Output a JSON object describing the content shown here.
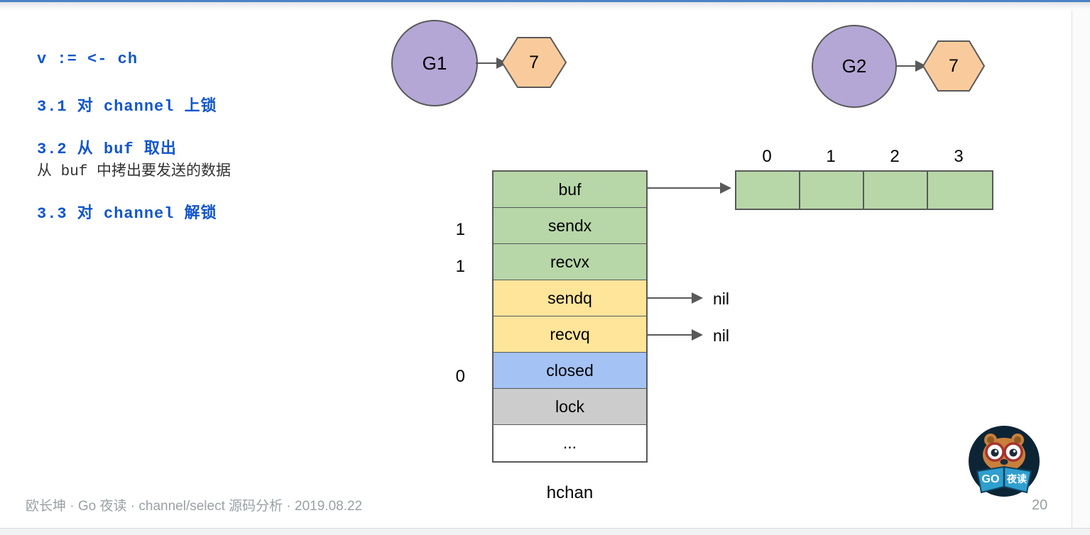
{
  "slide": {
    "code_title": "v := <- ch",
    "steps": [
      {
        "id": "3.1",
        "text": "3.1 对 channel 上锁"
      },
      {
        "id": "3.2",
        "text": "3.2 从 buf 取出",
        "note": "从 buf 中拷出要发送的数据"
      },
      {
        "id": "3.3",
        "text": "3.3 对 channel 解锁"
      }
    ],
    "page_number": "20",
    "footer": "欧长坤 · Go 夜读 · channel/select 源码分析 · 2019.08.22"
  },
  "goroutines": [
    {
      "name": "G1",
      "value": "7"
    },
    {
      "name": "G2",
      "value": "7"
    }
  ],
  "hchan": {
    "caption": "hchan",
    "rows": [
      {
        "label": "buf",
        "color": "#b7d7a8",
        "side": "",
        "pointer": "array"
      },
      {
        "label": "sendx",
        "color": "#b7d7a8",
        "side": "1",
        "pointer": ""
      },
      {
        "label": "recvx",
        "color": "#b7d7a8",
        "side": "1",
        "pointer": ""
      },
      {
        "label": "sendq",
        "color": "#ffe599",
        "side": "",
        "pointer": "nil"
      },
      {
        "label": "recvq",
        "color": "#ffe599",
        "side": "",
        "pointer": "nil"
      },
      {
        "label": "closed",
        "color": "#a4c2f4",
        "side": "0",
        "pointer": ""
      },
      {
        "label": "lock",
        "color": "#cccccc",
        "side": "",
        "pointer": ""
      },
      {
        "label": "...",
        "color": "#ffffff",
        "side": "",
        "pointer": ""
      }
    ],
    "side_values": {
      "sendx": "1",
      "recvx": "1",
      "closed": "0"
    },
    "nil_labels": {
      "sendq": "nil",
      "recvq": "nil"
    }
  },
  "buffer": {
    "indices": [
      "0",
      "1",
      "2",
      "3"
    ],
    "cells": [
      "",
      "",
      "",
      ""
    ]
  },
  "colors": {
    "green": "#b7d7a8",
    "yellow": "#ffe599",
    "blue": "#a4c2f4",
    "gray": "#cccccc",
    "purple": "#b4a7d6",
    "orange": "#f9cb9c",
    "stroke": "#595959",
    "code_blue": "#1155cc",
    "footer_gray": "#9aa0a6",
    "accent": "#4a82c4"
  },
  "logo": {
    "name": "go-night-reading-logo",
    "text_go": "GO",
    "text_cn": "夜读"
  }
}
